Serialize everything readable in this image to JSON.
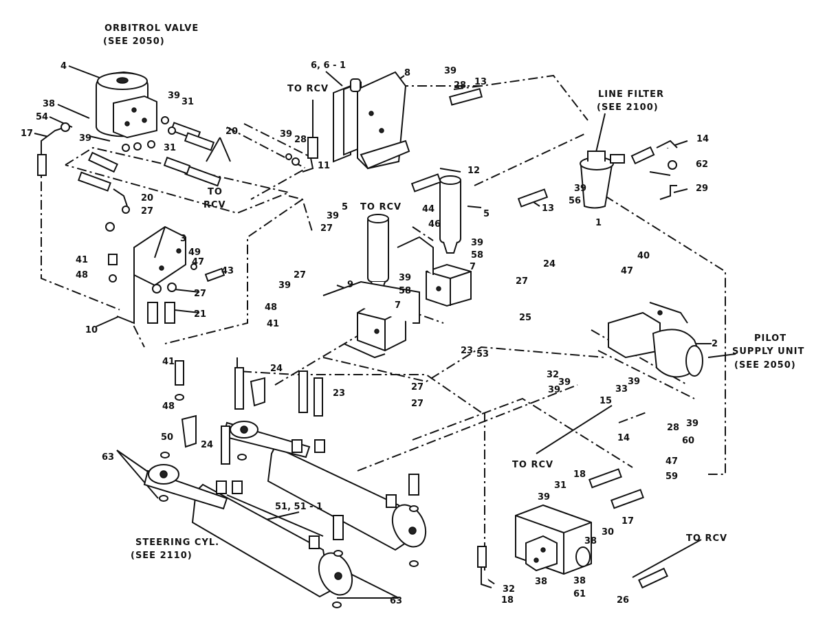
{
  "titles": {
    "orbitrol_1": "ORBITROL VALVE",
    "orbitrol_2": "(SEE 2050)",
    "filter_1": "LINE FILTER",
    "filter_2": "(SEE 2100)",
    "pilot_1": "PILOT",
    "pilot_2": "SUPPLY UNIT",
    "pilot_3": "(SEE 2050)",
    "steer_1": "STEERING CYL.",
    "steer_2": "(SEE 2110)",
    "to_rcv_top": "TO RCV",
    "to_rcv_left_1": "TO",
    "to_rcv_left_2": "RCV",
    "to_rcv_mid": "TO RCV",
    "to_rcv_low": "TO RCV",
    "to_rcv_right": "TO RCV"
  },
  "labels": [
    "4",
    "38",
    "54",
    "17",
    "39",
    "39",
    "31",
    "31",
    "20",
    "39",
    "28",
    "11",
    "6, 6 - 1",
    "8",
    "39",
    "28",
    "13",
    "12",
    "5",
    "44",
    "46",
    "5",
    "13",
    "56",
    "39",
    "1",
    "14",
    "62",
    "29",
    "20",
    "27",
    "3",
    "49",
    "47",
    "43",
    "41",
    "48",
    "27",
    "21",
    "10",
    "39",
    "27",
    "39",
    "27",
    "39",
    "58",
    "39",
    "58",
    "7",
    "7",
    "24",
    "27",
    "9",
    "48",
    "41",
    "40",
    "47",
    "25",
    "23",
    "53",
    "27",
    "27",
    "24",
    "23",
    "32",
    "39",
    "2",
    "41",
    "48",
    "50",
    "24",
    "33",
    "39",
    "15",
    "28",
    "39",
    "14",
    "60",
    "47",
    "59",
    "63",
    "51, 51 - 1",
    "18",
    "31",
    "39",
    "30",
    "17",
    "38",
    "38",
    "32",
    "18",
    "38",
    "61",
    "26",
    "63",
    "39"
  ]
}
